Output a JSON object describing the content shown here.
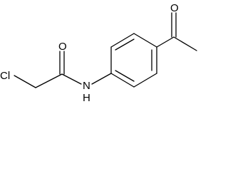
{
  "molecule": {
    "atoms": {
      "chlorine": "Cl",
      "amide_oxygen": "O",
      "amide_nitrogen": "N",
      "amide_hydrogen": "H",
      "ketone_oxygen": "O"
    },
    "colors": {
      "bonds": "#000000",
      "labels": "#000000",
      "background": "#ffffff"
    }
  }
}
